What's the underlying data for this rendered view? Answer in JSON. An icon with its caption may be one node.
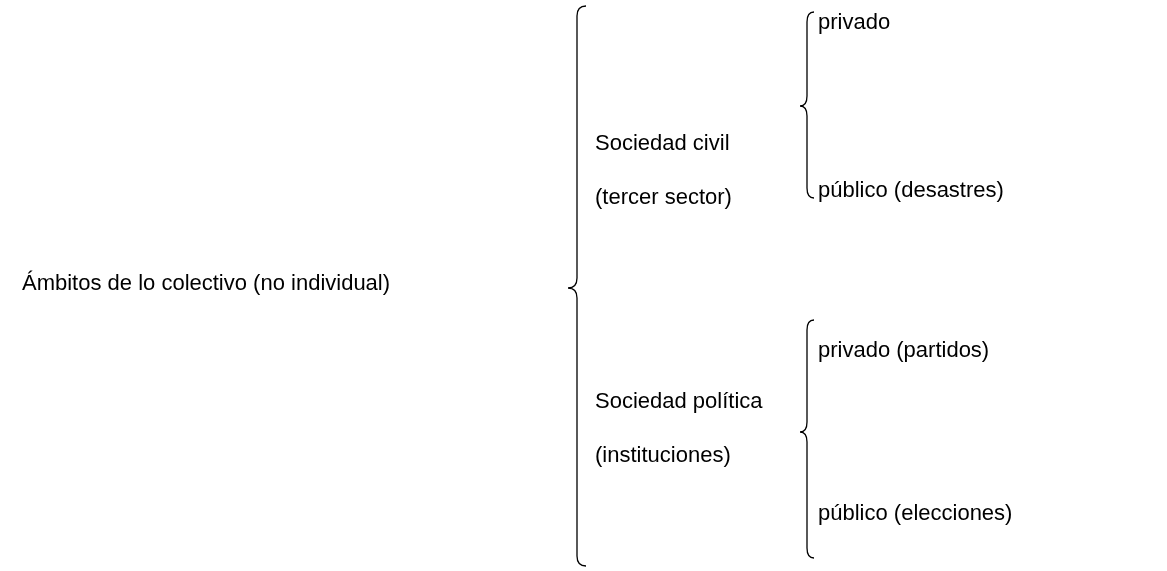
{
  "diagram": {
    "labels": [
      "Ámbitos de lo colectivo (no individual)",
      "Sociedad civil (tercer sector)",
      "privado",
      "público (desastres)",
      "Sociedad política (instituciones)",
      "privado (partidos)",
      "público (elecciones)"
    ]
  }
}
